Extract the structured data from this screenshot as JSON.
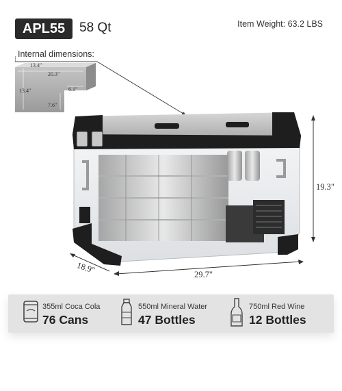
{
  "header": {
    "model": "APL55",
    "capacity": "58 Qt",
    "weight": "Item Weight: 63.2 LBS"
  },
  "internal": {
    "title": "Internal dimensions:",
    "top_width": "13.4\"",
    "inner_length": "20.3\"",
    "left_height": "13.4\"",
    "step_width": "6.1\"",
    "step_height": "7.6\""
  },
  "external": {
    "height": "19.3\"",
    "length": "29.7\"",
    "depth": "18.9\""
  },
  "capacities": [
    {
      "icon": "soda-can-icon",
      "name": "355ml Coca Cola",
      "count": "76 Cans"
    },
    {
      "icon": "water-bottle-icon",
      "name": "550ml Mineral Water",
      "count": "47 Bottles"
    },
    {
      "icon": "wine-bottle-icon",
      "name": "750ml Red Wine",
      "count": "12 Bottles"
    }
  ],
  "colors": {
    "badge": "#2a2a2a",
    "bar": "#e3e3e3",
    "cooler_trim": "#1e1e1e",
    "lid": "#b8b8b8"
  }
}
